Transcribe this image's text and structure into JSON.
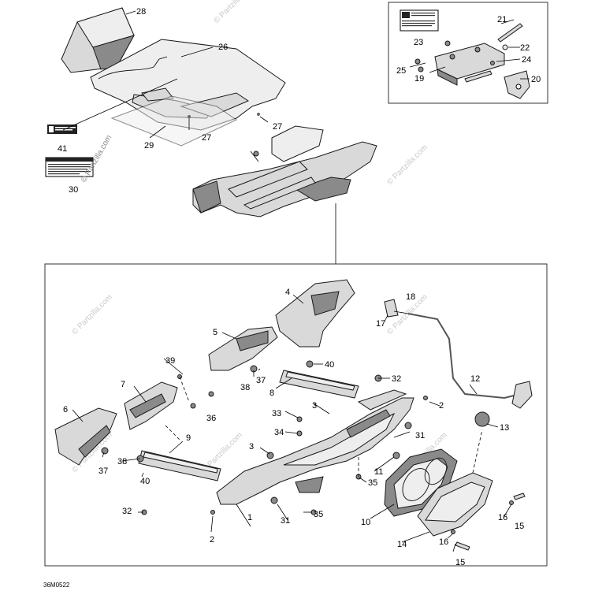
{
  "diagram": {
    "drawing_code": "36M0522",
    "watermark": "© Partzilla.com",
    "callouts": {
      "c1": "1",
      "c2a": "2",
      "c2b": "2",
      "c3a": "3",
      "c3b": "3",
      "c4": "4",
      "c5": "5",
      "c6": "6",
      "c7": "7",
      "c8": "8",
      "c9": "9",
      "c10": "10",
      "c11": "11",
      "c12": "12",
      "c13": "13",
      "c14": "14",
      "c15a": "15",
      "c15b": "15",
      "c16a": "16",
      "c16b": "16",
      "c17": "17",
      "c18": "18",
      "c19": "19",
      "c20": "20",
      "c21": "21",
      "c22": "22",
      "c23": "23",
      "c24": "24",
      "c25": "25",
      "c26": "26",
      "c27a": "27",
      "c27b": "27",
      "c28": "28",
      "c29": "29",
      "c30": "30",
      "c31a": "31",
      "c31b": "31",
      "c32a": "32",
      "c32b": "32",
      "c33": "33",
      "c34": "34",
      "c35a": "35",
      "c35b": "35",
      "c36": "36",
      "c37a": "37",
      "c37b": "37",
      "c38a": "38",
      "c38b": "38",
      "c39": "39",
      "c40a": "40",
      "c40b": "40",
      "c41": "41"
    }
  }
}
